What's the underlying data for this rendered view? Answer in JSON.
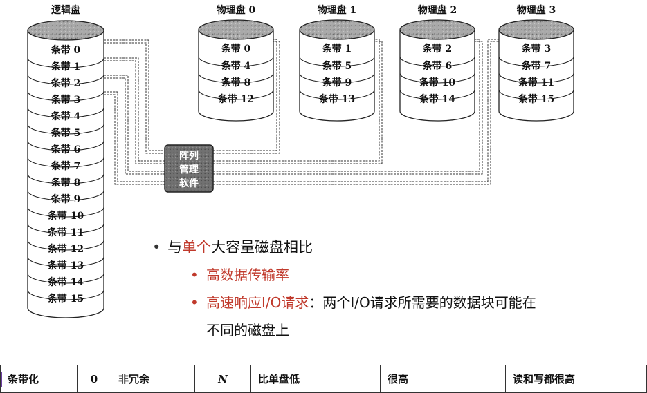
{
  "diagram": {
    "logical_disk": {
      "title": "逻辑盘",
      "stripes": [
        "条带 0",
        "条带 1",
        "条带 2",
        "条带 3",
        "条带 4",
        "条带 5",
        "条带 6",
        "条带 7",
        "条带 8",
        "条带 9",
        "条带 10",
        "条带 11",
        "条带 12",
        "条带 13",
        "条带 14",
        "条带 15"
      ]
    },
    "physical_disks": [
      {
        "title": "物理盘 0",
        "stripes": [
          "条带 0",
          "条带 4",
          "条带 8",
          "条带 12"
        ]
      },
      {
        "title": "物理盘 1",
        "stripes": [
          "条带 1",
          "条带 5",
          "条带 9",
          "条带 13"
        ]
      },
      {
        "title": "物理盘 2",
        "stripes": [
          "条带 2",
          "条带 6",
          "条带 10",
          "条带 14"
        ]
      },
      {
        "title": "物理盘 3",
        "stripes": [
          "条带 3",
          "条带 7",
          "条带 11",
          "条带 15"
        ]
      }
    ],
    "controller": {
      "lines": [
        "阵列",
        "管理",
        "软件"
      ]
    }
  },
  "bullets": {
    "main": {
      "prefix": "与",
      "highlight": "单个",
      "suffix": "大容量磁盘相比"
    },
    "sub1": "高数据传输率",
    "sub2_highlight": "高速响应I/O请求",
    "sub2_rest": "：两个I/O请求所需要的数据块可能在",
    "sub2_cont": "不同的磁盘上"
  },
  "table_row": [
    "条带化",
    "0",
    "非冗余",
    "N",
    "比单盘低",
    "很高",
    "读和写都很高"
  ]
}
